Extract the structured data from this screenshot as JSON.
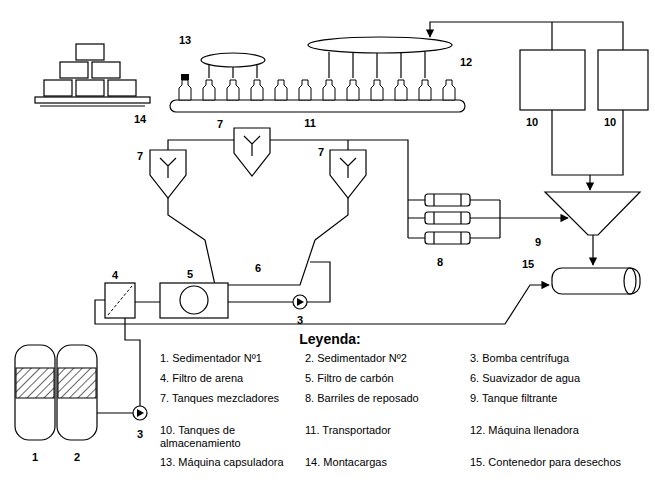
{
  "diagram": {
    "labels": [
      "13",
      "12",
      "11",
      "10",
      "10",
      "14",
      "7",
      "7",
      "7",
      "8",
      "9",
      "15",
      "6",
      "4",
      "5",
      "3",
      "1",
      "2",
      "3",
      "Leyenda:"
    ],
    "legend": [
      {
        "text": "1. Sedimentador Nº1"
      },
      {
        "text": "2. Sedimentador Nº2"
      },
      {
        "text": "3. Bomba centrífuga"
      },
      {
        "text": "4. Filtro de arena"
      },
      {
        "text": "5. Filtro de carbón"
      },
      {
        "text": "6. Suavizador de agua"
      },
      {
        "text": "7. Tanques mezcladores"
      },
      {
        "text": "8. Barriles de reposado"
      },
      {
        "text": "9. Tanque filtrante"
      },
      {
        "text": "10. Tanques de almacenamiento"
      },
      {
        "text": "11. Transportador"
      },
      {
        "text": "12. Máquina llenadora"
      },
      {
        "text": "13. Máquina capsuladora"
      },
      {
        "text": "14. Montacargas"
      },
      {
        "text": "15. Contenedor para desechos"
      }
    ]
  }
}
